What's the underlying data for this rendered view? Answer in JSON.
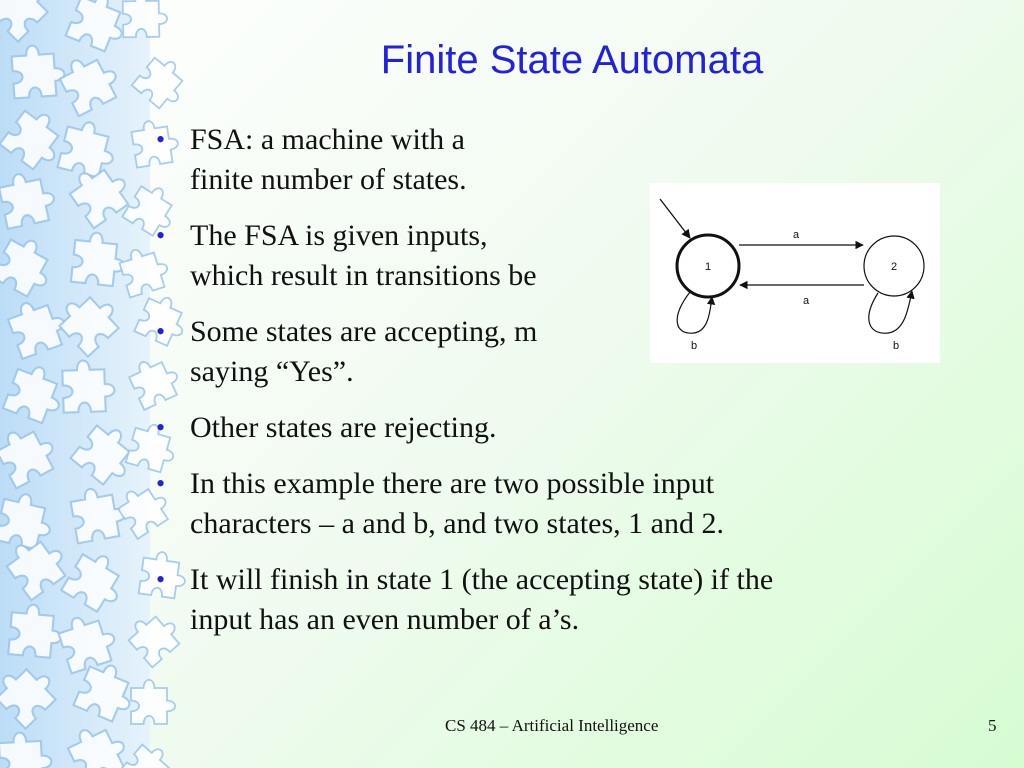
{
  "slide": {
    "title": "Finite State Automata",
    "bullets": [
      {
        "lines": [
          "FSA: a machine with a",
          "finite number of states."
        ]
      },
      {
        "lines": [
          "The FSA is given inputs,",
          "which result in transitions be"
        ]
      },
      {
        "lines": [
          "Some states are accepting, m",
          "saying “Yes”."
        ]
      },
      {
        "lines": [
          "Other states are rejecting."
        ]
      },
      {
        "lines": [
          "In this example there are two possible input",
          "characters – a and b, and two states, 1 and 2."
        ]
      },
      {
        "lines": [
          "It will finish in state 1 (the accepting state) if the",
          "input has an even number of a’s."
        ]
      }
    ],
    "bullet_glyph": "•"
  },
  "diagram": {
    "states": [
      "1",
      "2"
    ],
    "edge_labels": {
      "top": "a",
      "bottom": "a",
      "loop1": "b",
      "loop2": "b"
    }
  },
  "footer": {
    "course": "CS 484 – Artificial Intelligence",
    "page": "5"
  },
  "colors": {
    "title": "#2222dd",
    "text": "#111111",
    "puzzle": "#c8e4f8"
  }
}
